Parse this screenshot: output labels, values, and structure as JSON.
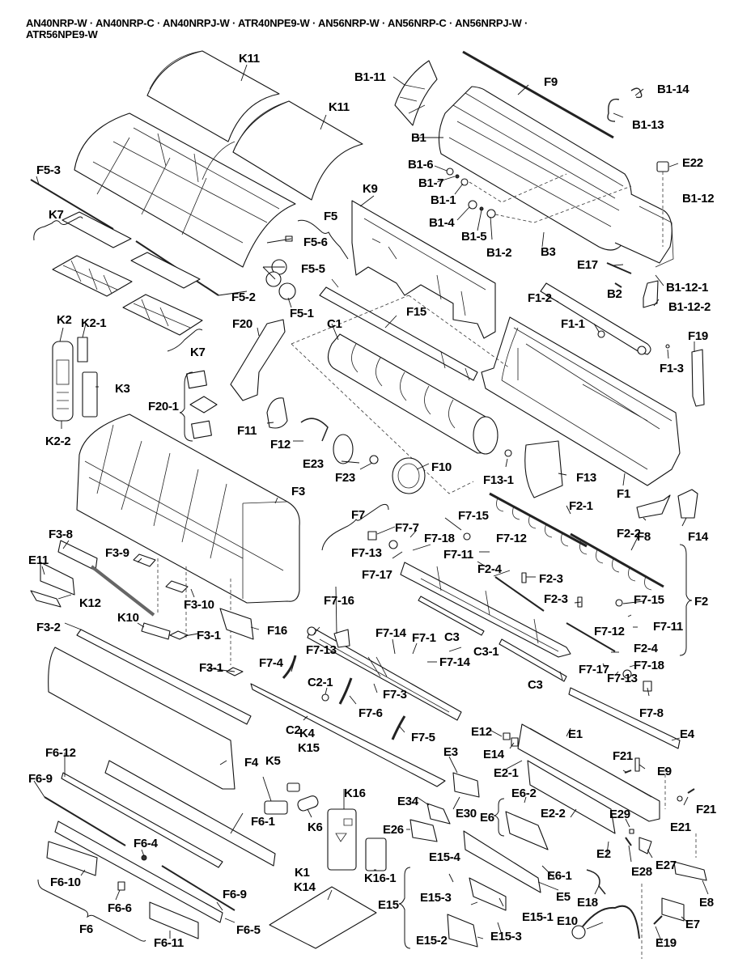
{
  "diagram": {
    "title_line1": "AN40NRP-W · AN40NRP-C · AN40NRPJ-W · ATR40NPE9-W · AN56NRP-W · AN56NRP-C · AN56NRPJ-W ·",
    "title_line2": "ATR56NPE9-W",
    "models": [
      "AN40NRP-W",
      "AN40NRP-C",
      "AN40NRPJ-W",
      "ATR40NPE9-W",
      "AN56NRP-W",
      "AN56NRP-C",
      "AN56NRPJ-W",
      "ATR56NPE9-W"
    ],
    "type": "exploded-parts-view",
    "labels": {
      "K11a": "K11",
      "K11b": "K11",
      "B1_11": "B1-11",
      "F9": "F9",
      "B1_14": "B1-14",
      "B1_13": "B1-13",
      "B1": "B1",
      "F5_3": "F5-3",
      "B1_6": "B1-6",
      "B1_7": "B1-7",
      "B1_1": "B1-1",
      "E22": "E22",
      "K9": "K9",
      "B1_12": "B1-12",
      "B1_4": "B1-4",
      "B1_5": "B1-5",
      "B1_2": "B1-2",
      "B3": "B3",
      "K7a": "K7",
      "F5": "F5",
      "F5_6": "F5-6",
      "F5_5": "F5-5",
      "F5_2": "F5-2",
      "F5_1": "F5-1",
      "E17": "E17",
      "B2": "B2",
      "B1_12_1": "B1-12-1",
      "B1_12_2": "B1-12-2",
      "F1_2": "F1-2",
      "K2": "K2",
      "K2_1": "K2-1",
      "F20": "F20",
      "C1": "C1",
      "F15": "F15",
      "F1_1": "F1-1",
      "F19": "F19",
      "F1_3": "F1-3",
      "K7b": "K7",
      "K3": "K3",
      "F20_1": "F20-1",
      "F11": "F11",
      "F12": "F12",
      "K2_2": "K2-2",
      "E23": "E23",
      "F23": "F23",
      "F10": "F10",
      "F13_1": "F13-1",
      "F13": "F13",
      "F1": "F1",
      "F3": "F3",
      "F2_1": "F2-1",
      "F2_2": "F2-2",
      "F8": "F8",
      "F14": "F14",
      "F7": "F7",
      "F3_8": "F3-8",
      "F7_7": "F7-7",
      "F7_15a": "F7-15",
      "E11": "E11",
      "F7_18a": "F7-18",
      "F7_13a": "F7-13",
      "F7_11a": "F7-11",
      "F7_12a": "F7-12",
      "F3_9": "F3-9",
      "F7_17a": "F7-17",
      "F2_4a": "F2-4",
      "F2_3a": "F2-3",
      "K12": "K12",
      "F3_10": "F3-10",
      "F7_16": "F7-16",
      "F2_3b": "F2-3",
      "F7_15b": "F7-15",
      "F2": "F2",
      "K10": "K10",
      "F3_1a": "F3-1",
      "F16": "F16",
      "F3_2": "F3-2",
      "F7_13b": "F7-13",
      "F7_14a": "F7-14",
      "F7_1": "F7-1",
      "C3a": "C3",
      "F7_12b": "F7-12",
      "F7_11b": "F7-11",
      "C3_1": "C3-1",
      "F2_4b": "F2-4",
      "F7_14b": "F7-14",
      "F3_1b": "F3-1",
      "F7_4": "F7-4",
      "C2_1": "C2-1",
      "F7_3": "F7-3",
      "C3b": "C3",
      "F7_17b": "F7-17",
      "F7_18b": "F7-18",
      "F7_13c": "F7-13",
      "F7_6": "F7-6",
      "F7_8": "F7-8",
      "C2": "C2",
      "F7_5": "F7-5",
      "E12": "E12",
      "E1": "E1",
      "E4": "E4",
      "E14": "E14",
      "K4": "K4",
      "K15": "K15",
      "E3": "E3",
      "F6_12": "F6-12",
      "F4": "F4",
      "K5": "K5",
      "E2_1": "E2-1",
      "F21a": "F21",
      "E9": "E9",
      "F6_9a": "F6-9",
      "K16": "K16",
      "E34": "E34",
      "E6_2": "E6-2",
      "F6_1": "F6-1",
      "K6": "K6",
      "E30": "E30",
      "E6": "E6",
      "E2_2": "E2-2",
      "E29": "E29",
      "F21b": "F21",
      "E21": "E21",
      "F6_4": "F6-4",
      "E26": "E26",
      "E2": "E2",
      "E27": "E27",
      "E28": "E28",
      "K16_1": "K16-1",
      "E6_1": "E6-1",
      "E15_4": "E15-4",
      "K1": "K1",
      "K14": "K14",
      "E5": "E5",
      "E18": "E18",
      "E8": "E8",
      "F6_10": "F6-10",
      "F6_9b": "F6-9",
      "E15_3a": "E15-3",
      "E15": "E15",
      "E15_1": "E15-1",
      "F6_6": "F6-6",
      "E10": "E10",
      "E7": "E7",
      "F6": "F6",
      "F6_5": "F6-5",
      "E15_2": "E15-2",
      "E15_3b": "E15-3",
      "F6_11": "F6-11",
      "E19": "E19"
    }
  }
}
